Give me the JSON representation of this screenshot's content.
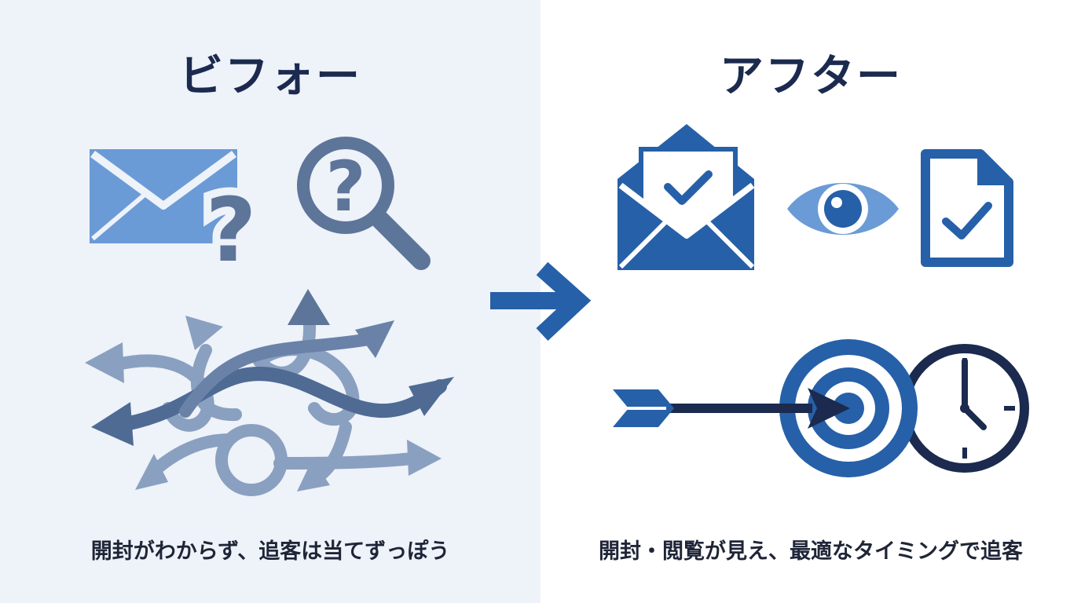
{
  "before": {
    "title": "ビフォー",
    "caption": "開封がわからず、追客は当てずっぽう",
    "icons": [
      "mail-question-icon",
      "magnifier-question-icon",
      "tangled-arrows-icon"
    ]
  },
  "after": {
    "title": "アフター",
    "caption": "開封・閲覧が見え、最適なタイミングで追客",
    "icons": [
      "open-mail-check-icon",
      "eye-icon",
      "document-check-icon",
      "target-arrow-icon",
      "clock-icon"
    ]
  },
  "transition_icon": "right-arrow-icon",
  "colors": {
    "before_bg": "#eef2f9",
    "light_blue": "#6b9bd6",
    "slate": "#5d7599",
    "grey_blue": "#8aa0c0",
    "royal_blue": "#2660a8",
    "navy": "#1b2a4e"
  }
}
